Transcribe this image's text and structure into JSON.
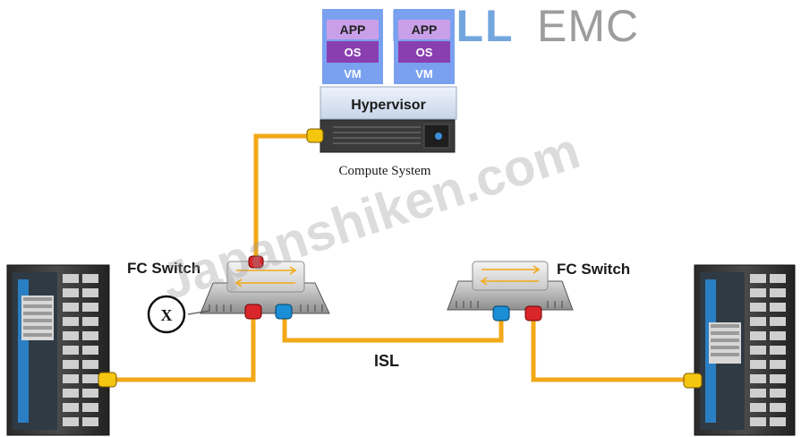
{
  "logo": {
    "part1": "DELL",
    "part2": "EMC"
  },
  "watermark": "Japanshiken.com",
  "vms": [
    {
      "app": "APP",
      "os": "OS",
      "vm": "VM"
    },
    {
      "app": "APP",
      "os": "OS",
      "vm": "VM"
    }
  ],
  "hypervisor_label": "Hypervisor",
  "compute_label": "Compute System",
  "switch_left_label": "FC Switch",
  "switch_right_label": "FC Switch",
  "isl_label": "ISL",
  "failed_port_marker": "X",
  "colors": {
    "cable": "#f2a817",
    "port_red": "#d9262b",
    "port_blue": "#1a8fd6",
    "port_yellow": "#f5c60f",
    "vm_purple": "#8a3fb0",
    "vm_lilac": "#c9a0e8",
    "vm_blue": "#7aa0f0",
    "logo_blue": "#2d7bd6"
  }
}
